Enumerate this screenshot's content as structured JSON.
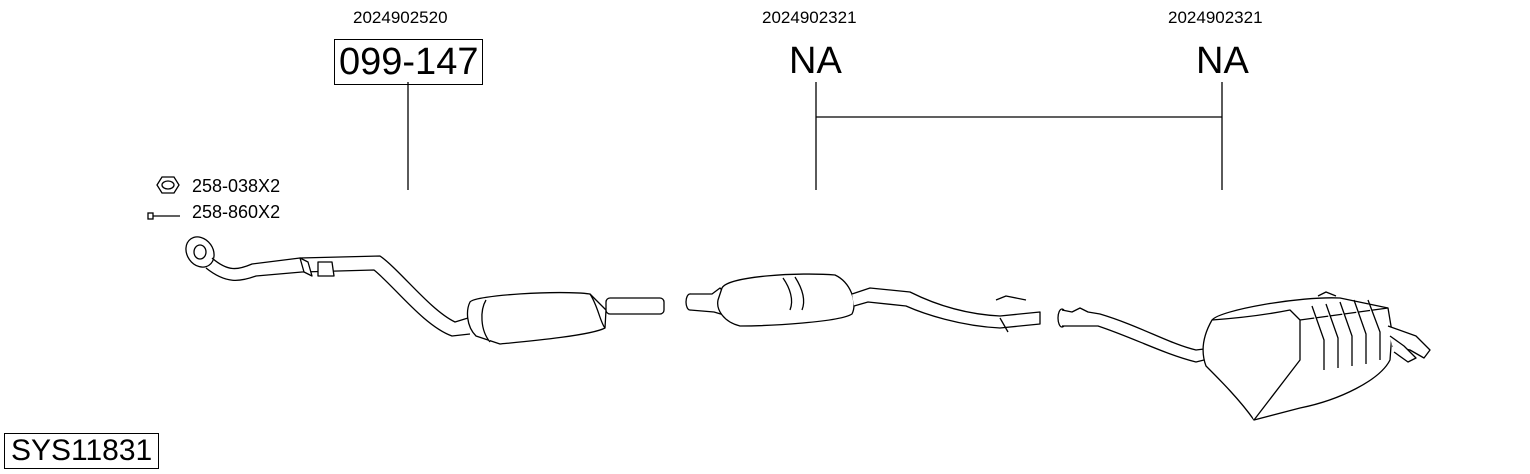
{
  "parts": [
    {
      "oem": "2024902520",
      "code": "099-147",
      "boxed": true
    },
    {
      "oem": "2024902321",
      "code": "NA",
      "boxed": false
    },
    {
      "oem": "2024902321",
      "code": "NA",
      "boxed": false
    }
  ],
  "accessories": [
    {
      "icon": "nut-icon",
      "label": "258-038X2"
    },
    {
      "icon": "bolt-icon",
      "label": "258-860X2"
    }
  ],
  "system_id": "SYS11831"
}
